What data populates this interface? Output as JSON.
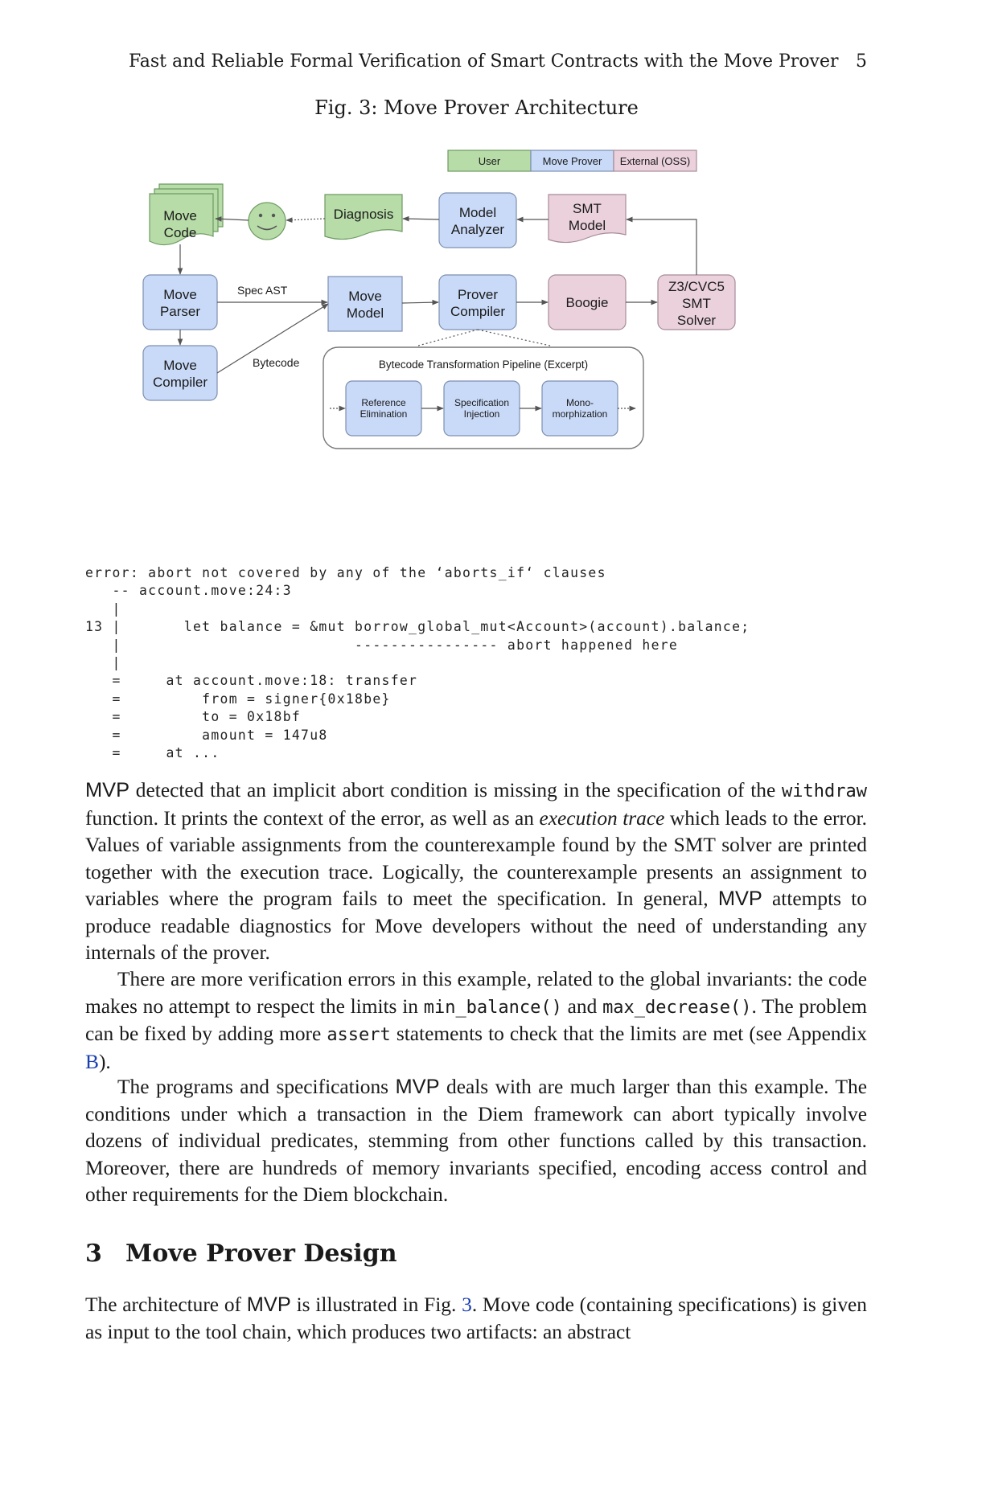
{
  "header": {
    "running_title": "Fast and Reliable Formal Verification of Smart Contracts with the Move Prover",
    "page_number": "5"
  },
  "figure": {
    "caption": "Fig. 3: Move Prover Architecture",
    "legend": {
      "user": "User",
      "move_prover": "Move Prover",
      "external": "External (OSS)"
    },
    "nodes": {
      "move_code": [
        "Move",
        "Code"
      ],
      "diagnosis": "Diagnosis",
      "model_analyzer": [
        "Model",
        "Analyzer"
      ],
      "smt_model": [
        "SMT",
        "Model"
      ],
      "move_parser": [
        "Move",
        "Parser"
      ],
      "move_model": [
        "Move",
        "Model"
      ],
      "prover_compiler": [
        "Prover",
        "Compiler"
      ],
      "boogie": "Boogie",
      "solver": [
        "Z3/CVC5",
        "SMT",
        "Solver"
      ],
      "move_compiler": [
        "Move",
        "Compiler"
      ],
      "pipeline_title": "Bytecode Transformation Pipeline (Excerpt)",
      "reference_elimination": [
        "Reference",
        "Elimination"
      ],
      "specification_injection": [
        "Specification",
        "Injection"
      ],
      "monomorphization": [
        "Mono-",
        "morphization"
      ]
    },
    "edge_labels": {
      "spec_ast": "Spec AST",
      "bytecode": "Bytecode"
    },
    "colors": {
      "user_fill": "#b7dca8",
      "user_stroke": "#6e9a62",
      "prover_fill": "#c9daf8",
      "prover_stroke": "#7d8fb0",
      "external_fill": "#ead1dc",
      "external_stroke": "#a88b98"
    }
  },
  "code_listing": [
    "error: abort not covered by any of the ‘aborts_if‘ clauses",
    "   -- account.move:24:3",
    "   |",
    "13 |       let balance = &mut borrow_global_mut<Account>(account).balance;",
    "   |                          ---------------- abort happened here",
    "   |",
    "   =     at account.move:18: transfer",
    "   =         from = signer{0x18be}",
    "   =         to = 0x18bf",
    "   =         amount = 147u8",
    "   =     at ..."
  ],
  "paragraphs": {
    "p1": {
      "mvp": "MVP",
      "t1": " detected that an implicit abort condition is missing in the specification of the ",
      "code1": "withdraw",
      "t2": " function. It prints the context of the error, as well as an ",
      "em1": "execution trace",
      "t3": " which leads to the error. Values of variable assignments from the counterexample found by the SMT solver are printed together with the execution trace. Logically, the counterexample presents an assignment to variables where the program fails to meet the specification. In general, ",
      "mvp2": "MVP",
      "t4": " attempts to produce readable diagnostics for Move developers without the need of understanding any internals of the prover."
    },
    "p2": {
      "t1": "There are more verification errors in this example, related to the global invariants: the code makes no attempt to respect the limits in ",
      "code1": "min_balance()",
      "t2": " and ",
      "code2": "max_decrease()",
      "t3": ". The problem can be fixed by adding more ",
      "code3": "assert",
      "t4": " statements to check that the limits are met (see Appendix ",
      "ref": "B",
      "t5": ")."
    },
    "p3": {
      "t1": "The programs and specifications ",
      "mvp": "MVP",
      "t2": " deals with are much larger than this example. The conditions under which a transaction in the Diem framework can abort typically involve dozens of individual predicates, stemming from other functions called by this transaction. Moreover, there are hundreds of memory invariants specified, encoding access control and other requirements for the Diem blockchain."
    },
    "section": {
      "number": "3",
      "title": "Move Prover Design"
    },
    "p4": {
      "t1": "The architecture of ",
      "mvp": "MVP",
      "t2": " is illustrated in Fig. ",
      "ref": "3",
      "t3": ". Move code (containing specifications) is given as input to the tool chain, which produces two artifacts: an abstract"
    }
  }
}
